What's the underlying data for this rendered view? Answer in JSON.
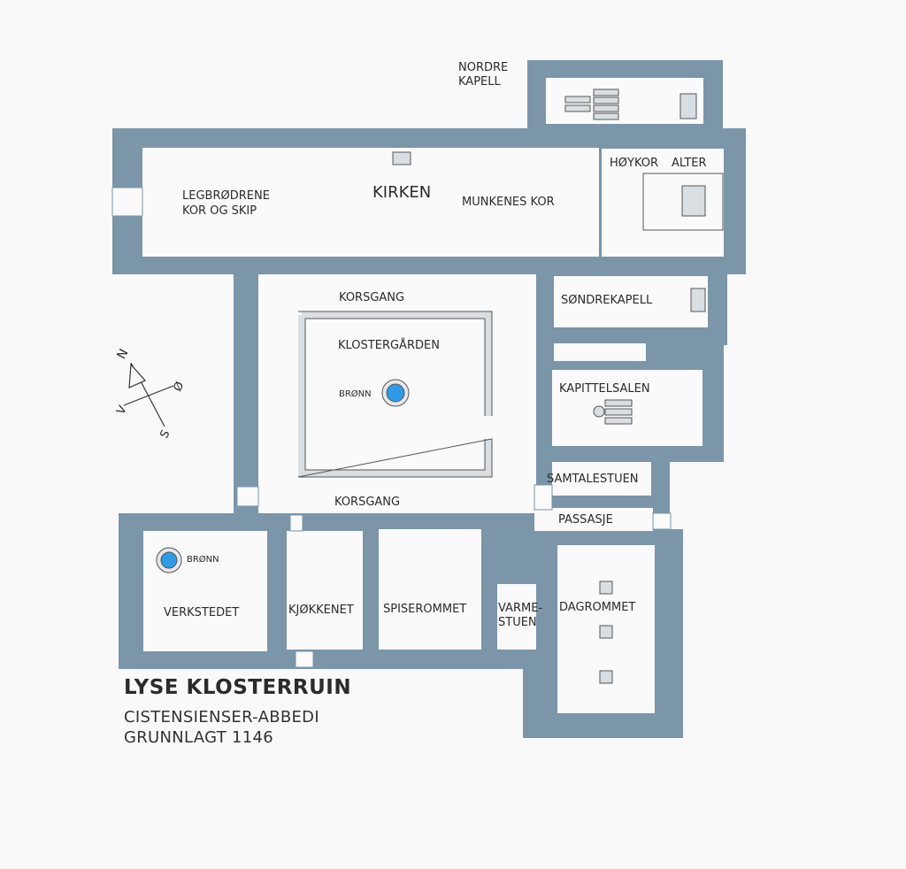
{
  "map": {
    "title": "LYSE KLOSTERRUIN",
    "subtitle_1": "CISTENSIENSER-ABBEDI",
    "subtitle_2": "GRUNNLAGT 1146",
    "colors": {
      "wall": "#7b95a9",
      "floor": "#fafafa",
      "cloister_wall": "#d8dee2",
      "well": "#2f9be8",
      "text": "#2b2b2b"
    },
    "rooms": {
      "nordre_kapell_1": "NORDRE",
      "nordre_kapell_2": "KAPELL",
      "kirken": "KIRKEN",
      "legbrodrene_1": "LEGBRØDRENE",
      "legbrodrene_2": "KOR OG SKIP",
      "munkenes_kor": "MUNKENES KOR",
      "hoykor": "HØYKOR",
      "alter": "ALTER",
      "korsgang_north": "KORSGANG",
      "sondrekapell": "SØNDREKAPELL",
      "klostergarden": "KLOSTERGÅRDEN",
      "bronn_1": "BRØNN",
      "kapittelsalen": "KAPITTELSALEN",
      "samtalestuen": "SAMTALESTUEN",
      "korsgang_south": "KORSGANG",
      "passasje": "PASSASJE",
      "bronn_2": "BRØNN",
      "verkstedet": "VERKSTEDET",
      "kjokkenet": "KJØKKENET",
      "spiserommet": "SPISEROMMET",
      "varmestuen_1": "VARME-",
      "varmestuen_2": "STUEN",
      "dagrommet": "DAGROMMET"
    },
    "compass": {
      "n": "N",
      "o": "Ø",
      "s": "S",
      "v": "V"
    }
  }
}
